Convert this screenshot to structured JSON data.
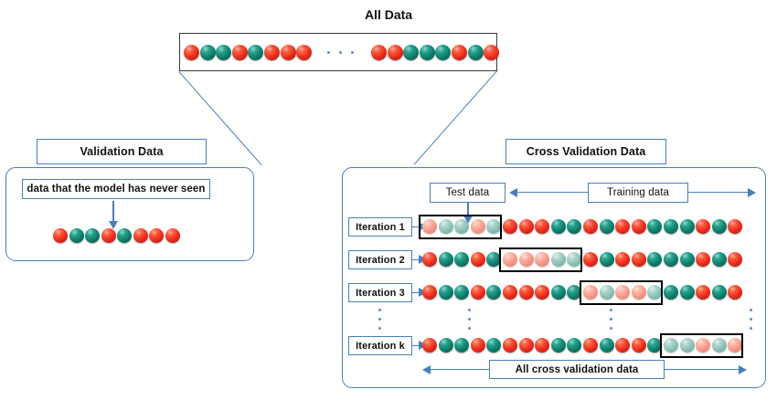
{
  "diagram": {
    "title": "All Data",
    "palette": {
      "red": "#e8291b",
      "teal": "#0d7a68",
      "red_faded": "#f59180",
      "teal_faded": "#84bdb2",
      "box_blue": "#4a7ebb",
      "box_black": "#000000",
      "background": "#ffffff"
    },
    "all_data": {
      "label": "All Data",
      "left_group": [
        "red",
        "teal",
        "teal",
        "red",
        "teal",
        "red",
        "red",
        "red"
      ],
      "ellipsis_dots": 3,
      "right_group": [
        "red",
        "red",
        "teal",
        "teal",
        "teal",
        "red",
        "teal",
        "red"
      ]
    },
    "validation": {
      "title": "Validation Data",
      "note": "data that the model has never seen",
      "dots": [
        "red",
        "teal",
        "teal",
        "red",
        "teal",
        "red",
        "red",
        "red"
      ]
    },
    "cross_validation": {
      "title": "Cross Validation Data",
      "test_label": "Test data",
      "training_label": "Training data",
      "footer_label": "All cross validation data",
      "fold_size": 5,
      "row_size": 20,
      "rows": [
        {
          "label": "Iteration 1",
          "test_start": 0,
          "dots": [
            "red",
            "teal",
            "teal",
            "red",
            "teal",
            "red",
            "red",
            "red",
            "teal",
            "teal",
            "red",
            "teal",
            "red",
            "red",
            "teal",
            "teal",
            "teal",
            "red",
            "teal",
            "red"
          ]
        },
        {
          "label": "Iteration 2",
          "test_start": 5,
          "dots": [
            "red",
            "teal",
            "teal",
            "red",
            "teal",
            "red",
            "red",
            "red",
            "teal",
            "teal",
            "red",
            "teal",
            "red",
            "red",
            "teal",
            "teal",
            "teal",
            "red",
            "teal",
            "red"
          ]
        },
        {
          "label": "Iteration 3",
          "test_start": 10,
          "dots": [
            "red",
            "teal",
            "teal",
            "red",
            "teal",
            "red",
            "red",
            "red",
            "teal",
            "teal",
            "red",
            "teal",
            "red",
            "red",
            "teal",
            "teal",
            "teal",
            "red",
            "teal",
            "red"
          ]
        },
        {
          "label": "Iteration k",
          "test_start": 15,
          "dots": [
            "red",
            "teal",
            "teal",
            "red",
            "teal",
            "red",
            "red",
            "red",
            "teal",
            "teal",
            "red",
            "teal",
            "red",
            "red",
            "teal",
            "teal",
            "teal",
            "red",
            "teal",
            "red"
          ]
        }
      ],
      "vertical_ellipsis_columns": 4,
      "vertical_ellipsis_dots": 3
    }
  }
}
